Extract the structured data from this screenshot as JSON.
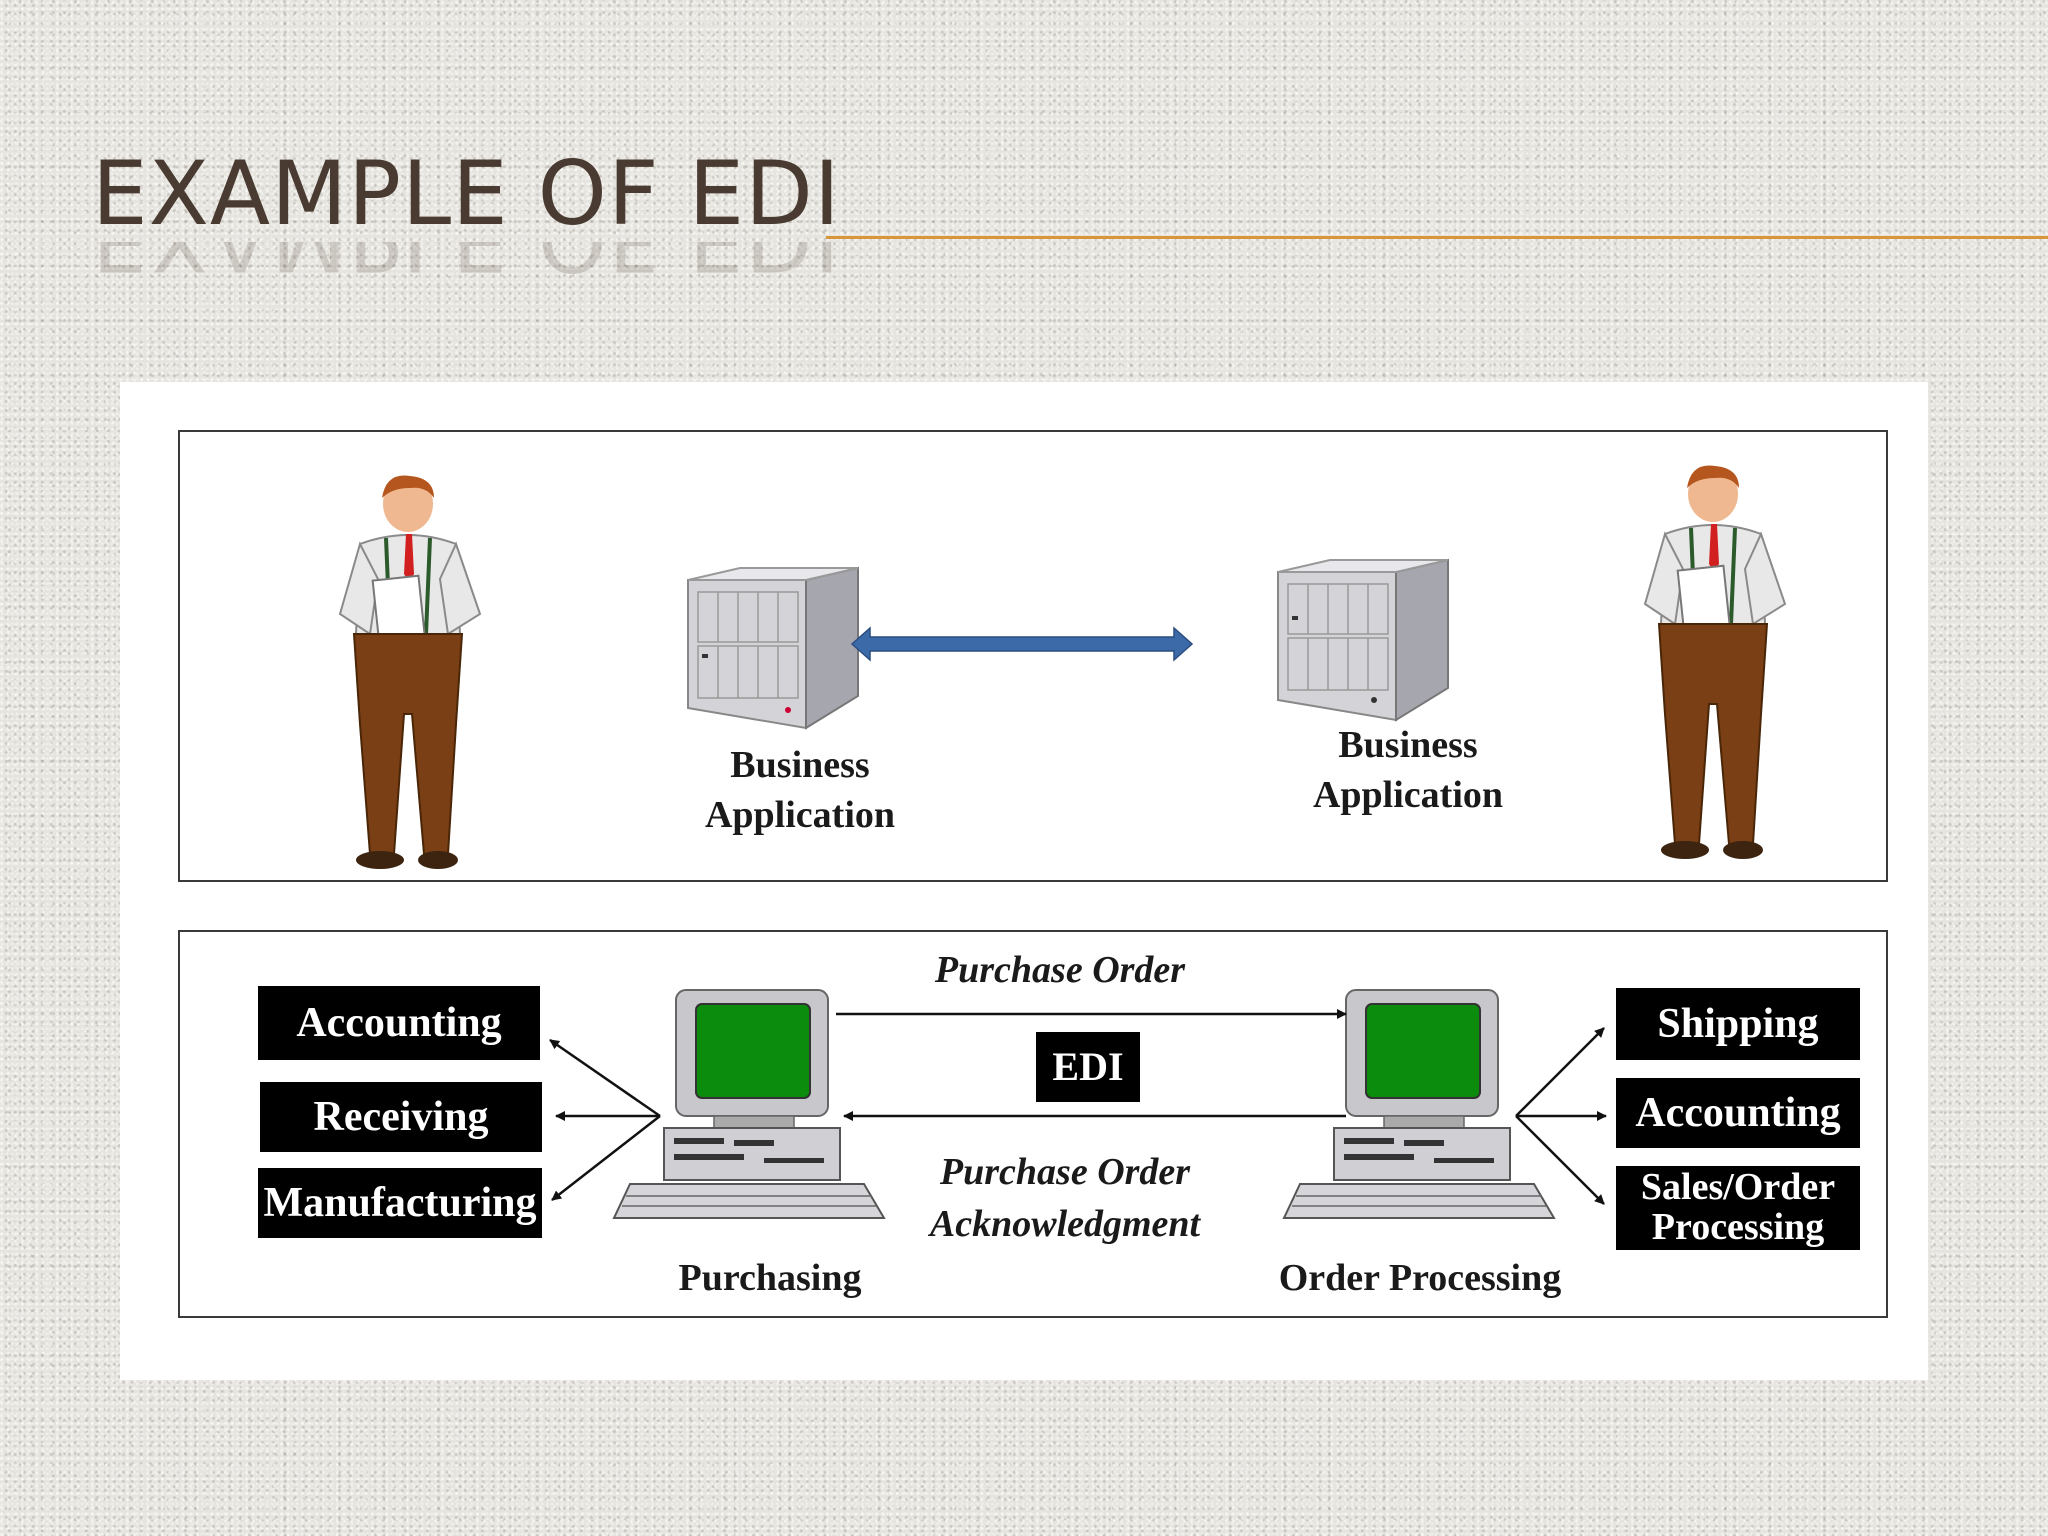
{
  "slide": {
    "title": "EXAMPLE OF EDI"
  },
  "diagram": {
    "top": {
      "left_app_label_line1": "Business",
      "left_app_label_line2": "Application",
      "right_app_label_line1": "Business",
      "right_app_label_line2": "Application"
    },
    "bottom": {
      "left_boxes": [
        "Accounting",
        "Receiving",
        "Manufacturing"
      ],
      "right_boxes": [
        "Shipping",
        "Accounting",
        "Sales/Order Processing"
      ],
      "edi_label": "EDI",
      "purchase_order": "Purchase Order",
      "ack_line1": "Purchase Order",
      "ack_line2": "Acknowledgment",
      "left_station": "Purchasing",
      "right_station": "Order Processing"
    }
  },
  "colors": {
    "title": "#4a3b32",
    "rule": "#d8963a",
    "arrow": "#3c6aa8",
    "screen": "#0c8c0c"
  }
}
